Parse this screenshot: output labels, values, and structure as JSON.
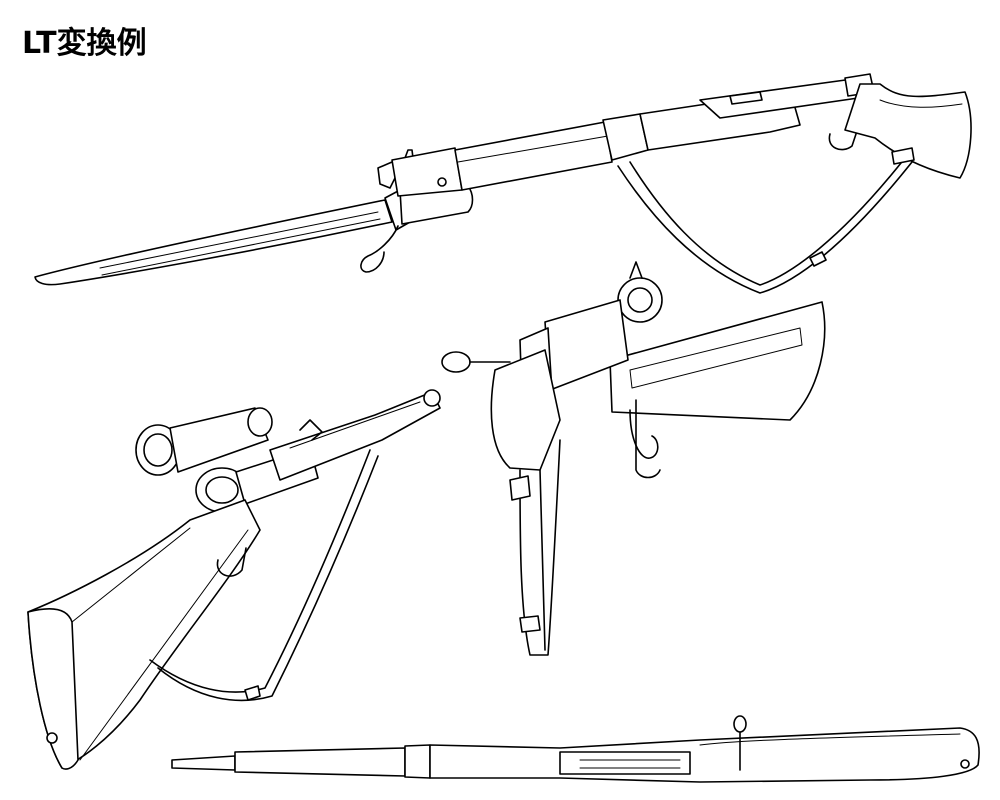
{
  "title": "LT変換例",
  "colors": {
    "background": "#ffffff",
    "ink": "#000000"
  },
  "illustrations": [
    {
      "name": "rifle-with-bayonet-side-view"
    },
    {
      "name": "rifle-with-scope-rear-view"
    },
    {
      "name": "rifle-with-bayonet-front-view"
    },
    {
      "name": "rifle-top-view"
    }
  ]
}
